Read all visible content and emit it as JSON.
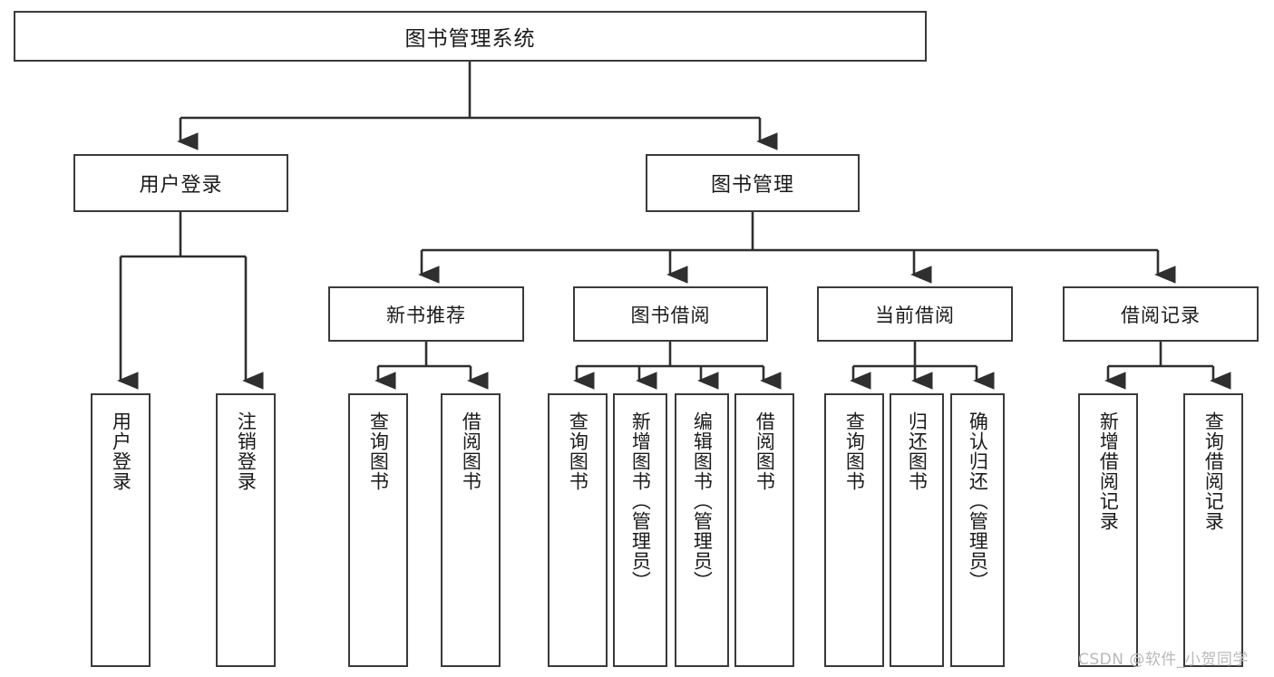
{
  "diagram": {
    "title": "图书管理系统",
    "type": "hierarchy-tree",
    "watermark": "CSDN @软件_小贺同学",
    "colors": {
      "box_border": "#3a3a3a",
      "box_fill": "#ffffff",
      "connector": "#2f2f2f",
      "text": "#1a1a1a",
      "watermark": "#b9b9b9"
    },
    "root": {
      "label": "图书管理系统"
    },
    "level1": [
      {
        "label": "用户登录"
      },
      {
        "label": "图书管理"
      }
    ],
    "level2": [
      {
        "label": "新书推荐"
      },
      {
        "label": "图书借阅"
      },
      {
        "label": "当前借阅"
      },
      {
        "label": "借阅记录"
      }
    ],
    "leaves": [
      {
        "label": "用户登录",
        "parent": "用户登录"
      },
      {
        "label": "注销登录",
        "parent": "用户登录"
      },
      {
        "label": "查询图书",
        "parent": "新书推荐"
      },
      {
        "label": "借阅图书",
        "parent": "新书推荐"
      },
      {
        "label": "查询图书",
        "parent": "图书借阅"
      },
      {
        "label": "新增图书（管理员）",
        "parent": "图书借阅"
      },
      {
        "label": "编辑图书（管理员）",
        "parent": "图书借阅"
      },
      {
        "label": "借阅图书",
        "parent": "图书借阅"
      },
      {
        "label": "查询图书",
        "parent": "当前借阅"
      },
      {
        "label": "归还图书",
        "parent": "当前借阅"
      },
      {
        "label": "确认归还（管理员）",
        "parent": "当前借阅"
      },
      {
        "label": "新增借阅记录",
        "parent": "借阅记录"
      },
      {
        "label": "查询借阅记录",
        "parent": "借阅记录"
      }
    ]
  }
}
